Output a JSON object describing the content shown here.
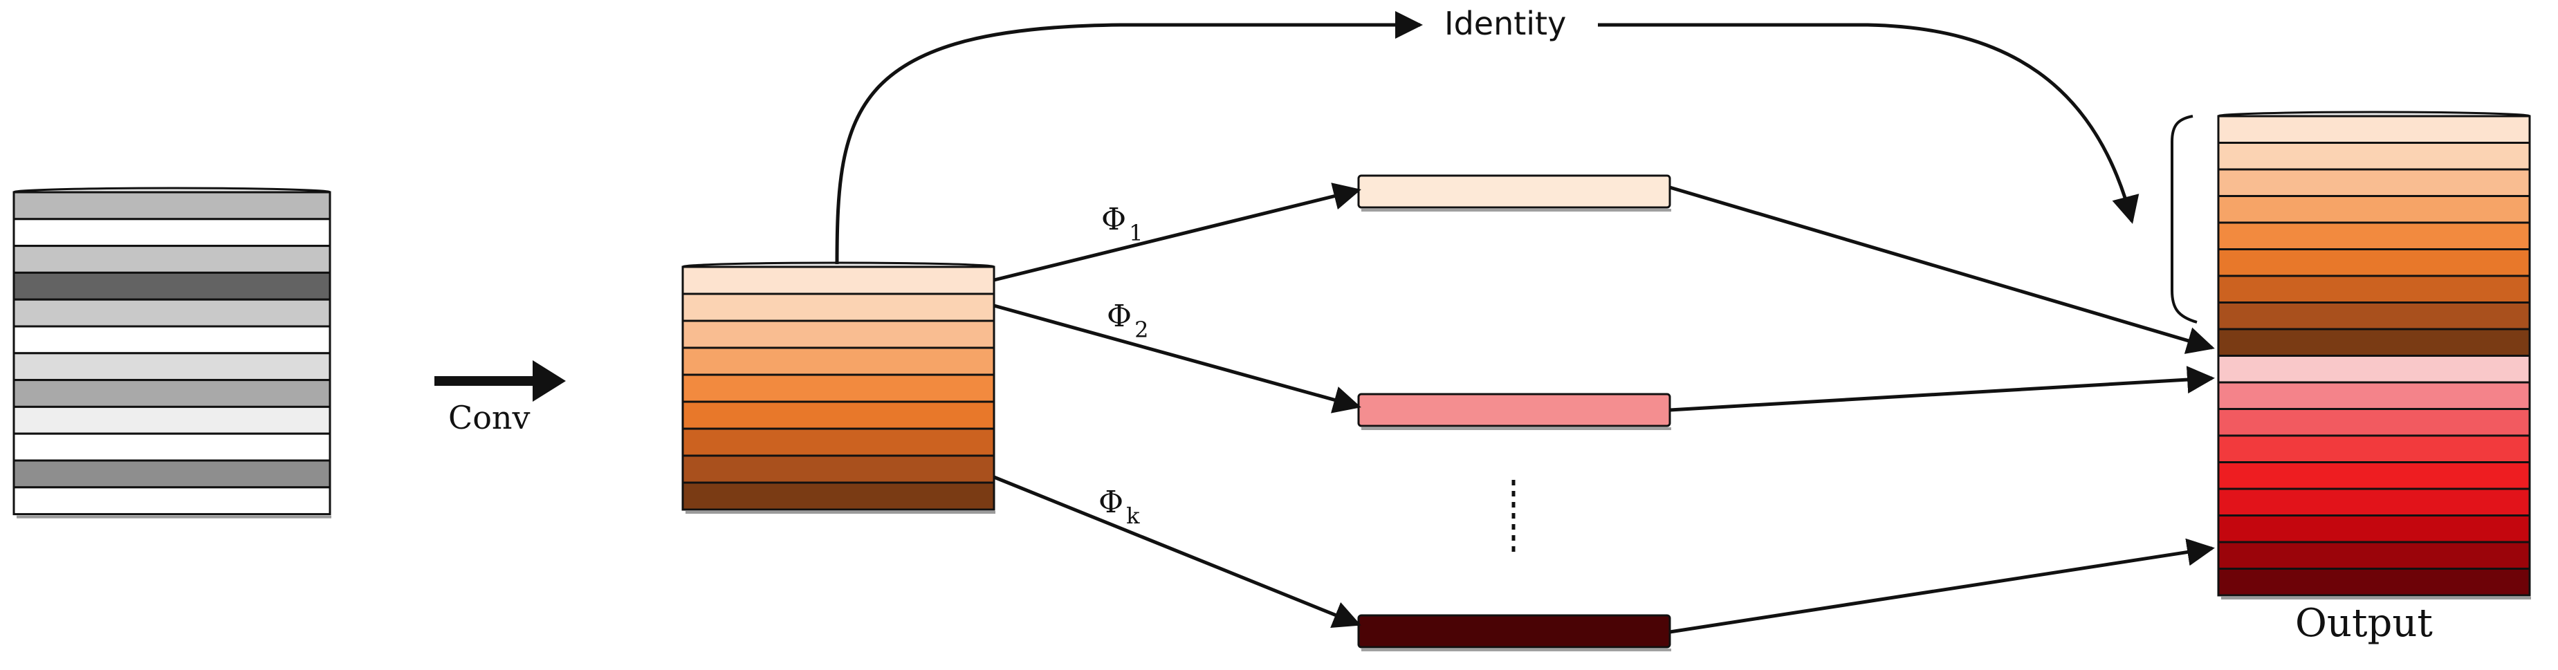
{
  "labels": {
    "conv": "Conv",
    "identity": "Identity",
    "phi_1": "Φ",
    "phi_1_sub": "1",
    "phi_2": "Φ",
    "phi_2_sub": "2",
    "phi_k": "Φ",
    "phi_k_sub": "k",
    "output": "Output"
  },
  "colors": {
    "input_layers": [
      "#b9b9b9",
      "#ffffff",
      "#c4c4c4",
      "#636363",
      "#c9c9c9",
      "#ffffff",
      "#dcdcdc",
      "#a9a9a9",
      "#eeeeee",
      "#ffffff",
      "#8e8e8e",
      "#ffffff"
    ],
    "intrinsic_layers": [
      "#fde3cf",
      "#fbd3b3",
      "#f9bd91",
      "#f6a467",
      "#f28a3f",
      "#e8782a",
      "#cc6220",
      "#a9501d",
      "#7a3b14"
    ],
    "ghost_map_1": "#fde9d7",
    "ghost_map_2": "#f48e90",
    "ghost_map_k": "#4a0305",
    "output_top_layers": [
      "#fde3cf",
      "#fbd3b3",
      "#f9bd91",
      "#f6a467",
      "#f28a3f",
      "#e8782a",
      "#cc6220",
      "#a9501d",
      "#7a3b14"
    ],
    "output_bottom_layers": [
      "#f9c8c9",
      "#f4838a",
      "#f25a60",
      "#f23a3d",
      "#ee1d21",
      "#e2131a",
      "#c4060e",
      "#9b040a",
      "#6d0207"
    ],
    "stroke": "#111111"
  }
}
